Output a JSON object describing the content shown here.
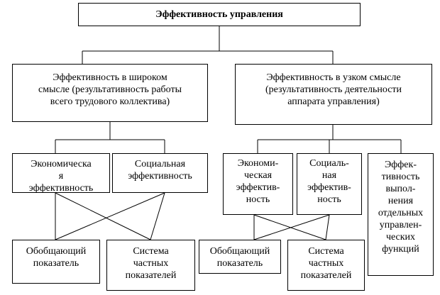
{
  "root": {
    "title": "Эффективность управления"
  },
  "wide": {
    "lines": [
      "Эффективность в широком",
      "смысле (результативность работы",
      "всего трудового коллектива)"
    ],
    "economic": [
      "Экономическа",
      "я",
      "эффективность"
    ],
    "social": [
      "Социальная",
      "эффективность"
    ],
    "general_indicator": [
      "Обобщающий",
      "показатель"
    ],
    "partial_indicators": [
      "Система",
      "частных",
      "показателей"
    ]
  },
  "narrow": {
    "lines": [
      "Эффективность в узком смысле",
      "(результативность деятельности",
      "аппарата управления)"
    ],
    "economic": [
      "Экономи-",
      "ческая",
      "эффектив-",
      "ность"
    ],
    "social": [
      "Социаль-",
      "ная",
      "эффектив-",
      "ность"
    ],
    "functions": [
      "Эффек-",
      "тивность",
      "выпол-",
      "нения",
      "отдельных",
      "управлен-",
      "ческих",
      "функций"
    ],
    "general_indicator": [
      "Обобщающий",
      "показатель"
    ],
    "partial_indicators": [
      "Система",
      "частных",
      "показателей"
    ]
  },
  "colors": {
    "line": "#000000",
    "background": "#ffffff",
    "text": "#000000"
  }
}
